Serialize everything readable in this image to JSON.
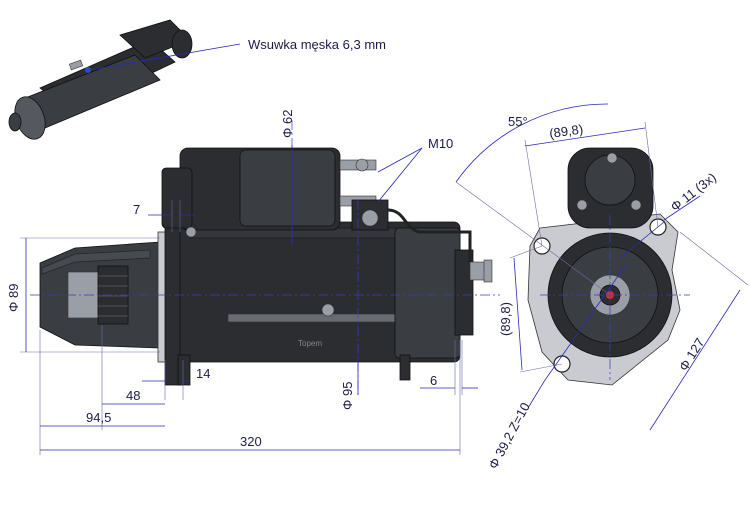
{
  "callout": {
    "terminal_label": "Wsuwka męska 6,3 mm"
  },
  "side_view": {
    "dims": {
      "d62": "Φ 62",
      "m10": "M10",
      "d7": "7",
      "d89": "Φ 89",
      "d14": "14",
      "d48": "48",
      "d94_5": "94,5",
      "d320": "320",
      "d95": "Φ 95",
      "d6": "6"
    },
    "brand_mark": "Topem"
  },
  "end_view": {
    "dims": {
      "angle": "55°",
      "d89_8_top": "(89,8)",
      "d11": "Φ 11 (3x)",
      "d89_8_side": "(89,8)",
      "d127": "Φ 127",
      "d39_2": "Φ 39,2 Z=10"
    }
  },
  "colors": {
    "dimension_line": "#2a2ab8",
    "body": "#2b2d31",
    "flange": "#c9cbd0"
  }
}
